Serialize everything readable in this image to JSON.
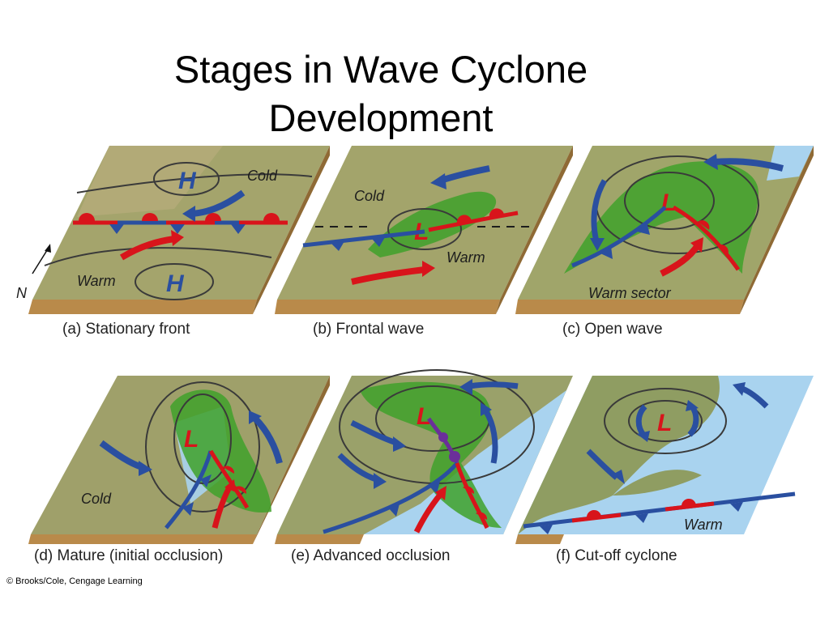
{
  "title": {
    "line1": "Stages in Wave Cyclone",
    "line2": "Development"
  },
  "colors": {
    "cold_front": "#2a4fa0",
    "warm_front": "#d8141b",
    "cloud": "#3fa12a",
    "land": "#9c9e6a",
    "water": "#a9d3ef",
    "earth_edge": "#b98a4a"
  },
  "panels": [
    {
      "id": "a",
      "caption": "(a) Stationary front",
      "labels": {
        "cold": "Cold",
        "warm": "Warm",
        "high1": "H",
        "high2": "H",
        "north": "N"
      }
    },
    {
      "id": "b",
      "caption": "(b) Frontal wave",
      "labels": {
        "cold": "Cold",
        "warm": "Warm",
        "low": "L"
      }
    },
    {
      "id": "c",
      "caption": "(c) Open wave",
      "labels": {
        "warm_sector": "Warm sector",
        "low": "L"
      }
    },
    {
      "id": "d",
      "caption": "(d) Mature (initial occlusion)",
      "labels": {
        "cold": "Cold",
        "low": "L"
      }
    },
    {
      "id": "e",
      "caption": "(e) Advanced occlusion",
      "labels": {
        "low": "L"
      }
    },
    {
      "id": "f",
      "caption": "(f) Cut-off cyclone",
      "labels": {
        "warm": "Warm",
        "low": "L"
      }
    }
  ],
  "credit": "© Brooks/Cole, Cengage Learning"
}
